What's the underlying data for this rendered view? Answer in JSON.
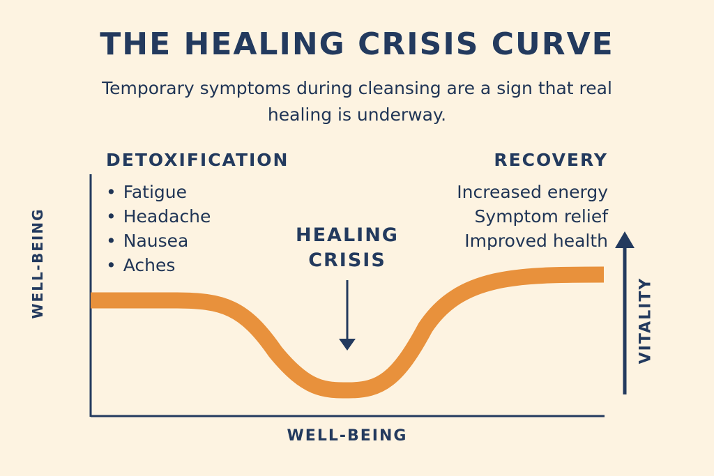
{
  "title": "THE HEALING CRISIS CURVE",
  "subtitle": "Temporary symptoms during cleansing are a sign that real healing is underway.",
  "detoxification": {
    "heading": "DETOXIFICATION",
    "symptoms": [
      "Fatigue",
      "Headache",
      "Nausea",
      "Aches"
    ]
  },
  "recovery": {
    "heading": "RECOVERY",
    "benefits": [
      "Increased energy",
      "Symptom relief",
      "Improved health"
    ]
  },
  "crisis": {
    "line1": "HEALING",
    "line2": "CRISIS"
  },
  "axes": {
    "y_label": "WELL-BEING",
    "x_label": "WELL-BEING",
    "vitality_label": "VITALITY"
  },
  "colors": {
    "curve": "#e8913c",
    "ink": "#233a5e",
    "background": "#fdf3e1"
  }
}
